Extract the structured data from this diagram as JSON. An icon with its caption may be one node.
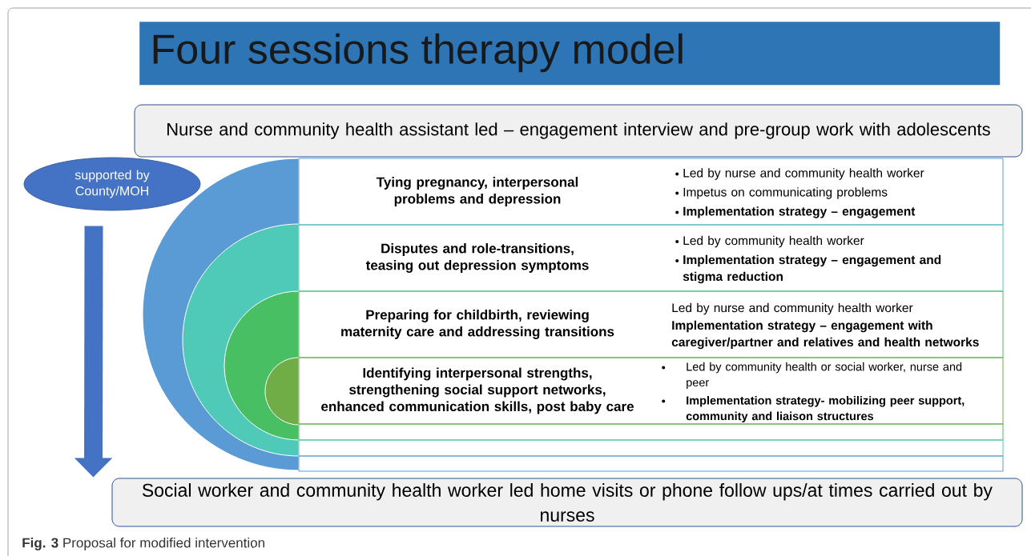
{
  "diagram": {
    "title": "Four sessions therapy model",
    "caption": "**Fig. 3** Proposal for modified intervention",
    "nodes": [
      {
        "text": [
          "Nurse and community health assistant led – engagement interview and pre-group work with adolescents"
        ]
      },
      {
        "text": [
          "supported by County/MOH"
        ]
      },
      {
        "text": [
          "Tying pregnancy, interpersonal problems and depression",
          "Led by nurse and community health worker",
          "Impetus on communicating problems",
          "Implementation strategy – engagement"
        ]
      },
      {
        "text": [
          "Disputes and role-transitions, teasing out depression symptoms",
          "Led by community health worker",
          "Implementation strategy – engagement and stigma reduction"
        ]
      },
      {
        "text": [
          "Preparing for childbirth, reviewing maternity care and addressing transitions",
          "Led by nurse and community health worker",
          "Implementation strategy – engagement with caregiver/partner and relatives and health networks"
        ]
      },
      {
        "text": [
          "Identifying interpersonal strengths, strengthening social support networks, enhanced communication skills, post baby care",
          "Led by community health or social worker, nurse and peer",
          "Implementation strategy- mobilizing peer support, community and liaison structures"
        ]
      },
      {
        "text": [
          "Social worker and community health worker led home visits or phone follow ups/at times carried out by nurses"
        ]
      }
    ],
    "edges": [
      {
        "from": 1,
        "to": 6,
        "arrow": "to"
      }
    ]
  }
}
